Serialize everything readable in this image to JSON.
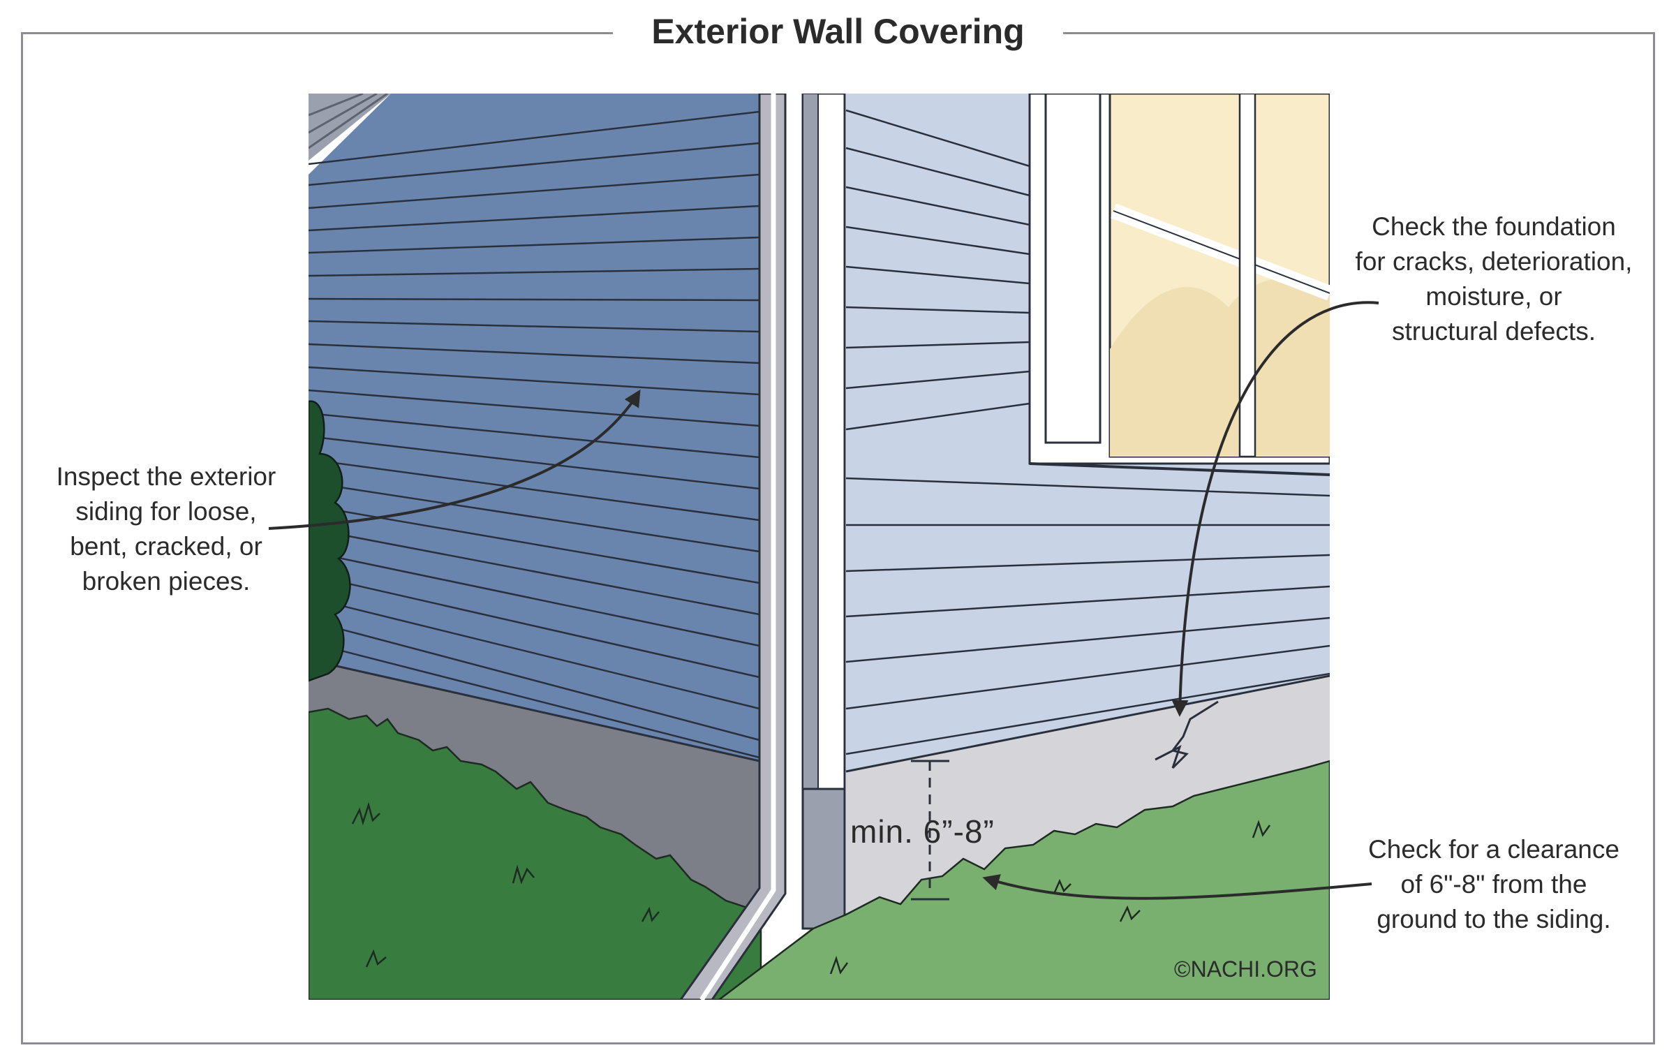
{
  "title": "Exterior Wall Covering",
  "callouts": {
    "siding": [
      "Inspect the exterior",
      "siding for loose,",
      "bent, cracked, or",
      "broken pieces."
    ],
    "foundation": [
      "Check the foundation",
      "for cracks, deterioration,",
      "moisture, or",
      "structural defects."
    ],
    "clearance": [
      "Check for a clearance",
      "of 6\"-8\" from the",
      "ground to the siding."
    ]
  },
  "measurement_label": "min. 6”-8”",
  "credit": "©NACHI.ORG",
  "colors": {
    "left_siding": "#6a85ad",
    "right_siding": "#c9d3e6",
    "left_foundation": "#7c7f88",
    "right_foundation": "#d4d4d9",
    "dark_grass": "#387c40",
    "light_grass": "#79b06f",
    "shrub": "#1e4f2c",
    "window_glass": "#f8edc8",
    "downspout": "#b7b8c2"
  }
}
